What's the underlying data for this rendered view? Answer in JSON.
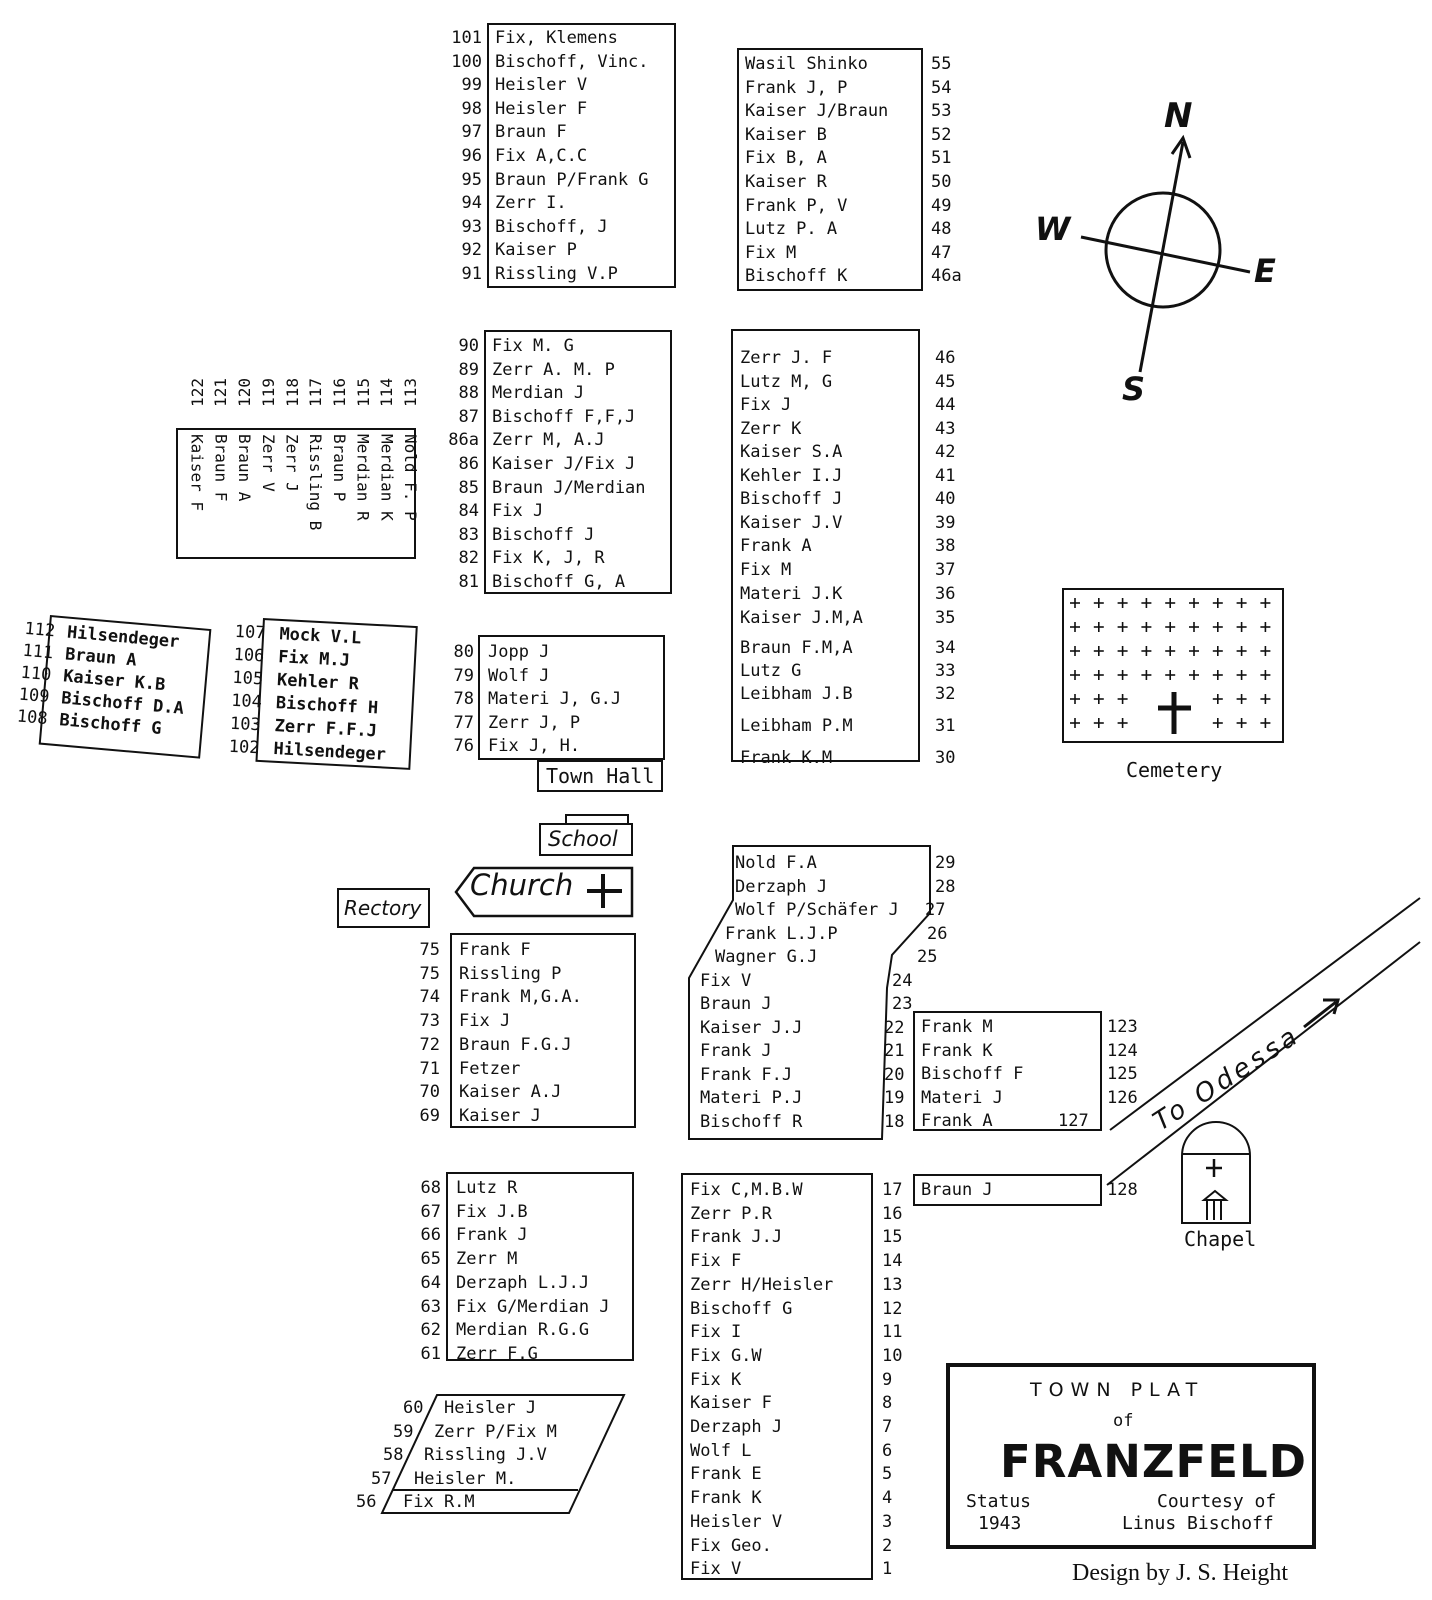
{
  "title": {
    "line1": "TOWN PLAT",
    "line2": "of",
    "name": "FRANZFELD",
    "status_label": "Status",
    "status_year": "1943",
    "courtesy1": "Courtesy of",
    "courtesy2": "Linus Bischoff"
  },
  "design_credit": "Design by J. S. Height",
  "compass": {
    "n": "N",
    "s": "S",
    "e": "E",
    "w": "W"
  },
  "landmarks": {
    "town_hall": "Town Hall",
    "school": "School",
    "church": "Church",
    "rectory": "Rectory",
    "cemetery": "Cemetery",
    "chapel": "Chapel",
    "road": "To Odessa"
  },
  "blocks": {
    "b101": [
      [
        "101",
        "Fix, Klemens"
      ],
      [
        "100",
        "Bischoff, Vinc."
      ],
      [
        "99",
        "Heisler V"
      ],
      [
        "98",
        "Heisler F"
      ],
      [
        "97",
        "Braun F"
      ],
      [
        "96",
        "Fix A,C.C"
      ],
      [
        "95",
        "Braun P/Frank G"
      ],
      [
        "94",
        "Zerr I."
      ],
      [
        "93",
        "Bischoff, J"
      ],
      [
        "92",
        "Kaiser P"
      ],
      [
        "91",
        "Rissling V.P"
      ]
    ],
    "b55": [
      [
        "55",
        "Wasil Shinko"
      ],
      [
        "54",
        "Frank J, P"
      ],
      [
        "53",
        "Kaiser J/Braun"
      ],
      [
        "52",
        "Kaiser B"
      ],
      [
        "51",
        "Fix B, A"
      ],
      [
        "50",
        "Kaiser R"
      ],
      [
        "49",
        "Frank P, V"
      ],
      [
        "48",
        "Lutz P. A"
      ],
      [
        "47",
        "Fix M"
      ],
      [
        "46a",
        "Bischoff K"
      ]
    ],
    "b90": [
      [
        "90",
        "Fix M. G"
      ],
      [
        "89",
        "Zerr A. M. P"
      ],
      [
        "88",
        "Merdian J"
      ],
      [
        "87",
        "Bischoff F,F,J"
      ],
      [
        "86a",
        "Zerr M, A.J"
      ],
      [
        "86",
        "Kaiser J/Fix J"
      ],
      [
        "85",
        "Braun J/Merdian"
      ],
      [
        "84",
        "Fix J"
      ],
      [
        "83",
        "Bischoff J"
      ],
      [
        "82",
        "Fix K, J, R"
      ],
      [
        "81",
        "Bischoff G, A"
      ]
    ],
    "b46": [
      [
        "46",
        "Zerr J. F"
      ],
      [
        "45",
        "Lutz M, G"
      ],
      [
        "44",
        "Fix J"
      ],
      [
        "43",
        "Zerr K"
      ],
      [
        "42",
        "Kaiser S.A"
      ],
      [
        "41",
        "Kehler I.J"
      ],
      [
        "40",
        "Bischoff J"
      ],
      [
        "39",
        "Kaiser J.V"
      ],
      [
        "38",
        "Frank A"
      ],
      [
        "37",
        "Fix M"
      ],
      [
        "36",
        "Materi J.K"
      ],
      [
        "35",
        "Kaiser J.M,A"
      ],
      [
        "34",
        "Braun F.M,A"
      ],
      [
        "33",
        "Lutz G"
      ],
      [
        "32",
        "Leibham J.B"
      ],
      [
        "31",
        "Leibham P.M"
      ],
      [
        "30",
        "Frank K.M"
      ]
    ],
    "b113": [
      [
        "113",
        "Nold F. P"
      ],
      [
        "114",
        "Merdian K"
      ],
      [
        "115",
        "Merdian R"
      ],
      [
        "116",
        "Braun P"
      ],
      [
        "117",
        "Rissling B"
      ],
      [
        "118",
        "Zerr J"
      ],
      [
        "119",
        "Zerr V"
      ],
      [
        "120",
        "Braun A"
      ],
      [
        "121",
        "Braun F"
      ],
      [
        "122",
        "Kaiser F"
      ]
    ],
    "b112": [
      [
        "112",
        "Hilsendeger"
      ],
      [
        "111",
        "Braun A"
      ],
      [
        "110",
        "Kaiser K.B"
      ],
      [
        "109",
        "Bischoff D.A"
      ],
      [
        "108",
        "Bischoff G"
      ]
    ],
    "b107": [
      [
        "107",
        "Mock V.L"
      ],
      [
        "106",
        "Fix M.J"
      ],
      [
        "105",
        "Kehler R"
      ],
      [
        "104",
        "Bischoff H"
      ],
      [
        "103",
        "Zerr F.F.J"
      ],
      [
        "102",
        "Hilsendeger"
      ]
    ],
    "b80": [
      [
        "80",
        "Jopp J"
      ],
      [
        "79",
        "Wolf J"
      ],
      [
        "78",
        "Materi J, G.J"
      ],
      [
        "77",
        "Zerr J, P"
      ],
      [
        "76",
        "Fix J, H."
      ]
    ],
    "b29": [
      [
        "29",
        "Nold F.A"
      ],
      [
        "28",
        "Derzaph J"
      ],
      [
        "27",
        "Wolf P/Schäfer J"
      ],
      [
        "26",
        "Frank L.J.P"
      ],
      [
        "25",
        "Wagner G.J"
      ],
      [
        "24",
        "Fix V"
      ],
      [
        "23",
        "Braun J"
      ],
      [
        "22",
        "Kaiser J.J"
      ],
      [
        "21",
        "Frank J"
      ],
      [
        "20",
        "Frank F.J"
      ],
      [
        "19",
        "Materi P.J"
      ],
      [
        "18",
        "Bischoff R"
      ]
    ],
    "b75": [
      [
        "75",
        "Frank F"
      ],
      [
        "75",
        "Rissling P"
      ],
      [
        "74",
        "Frank M,G.A."
      ],
      [
        "73",
        "Fix J"
      ],
      [
        "72",
        "Braun F.G.J"
      ],
      [
        "71",
        "Fetzer"
      ],
      [
        "70",
        "Kaiser A.J"
      ],
      [
        "69",
        "Kaiser J"
      ]
    ],
    "b123": [
      [
        "123",
        "Frank M"
      ],
      [
        "124",
        "Frank K"
      ],
      [
        "125",
        "Bischoff F"
      ],
      [
        "126",
        "Materi J"
      ],
      [
        "127",
        "Frank A"
      ]
    ],
    "b128": [
      [
        "128",
        "Braun J"
      ]
    ],
    "b68": [
      [
        "68",
        "Lutz R"
      ],
      [
        "67",
        "Fix J.B"
      ],
      [
        "66",
        "Frank J"
      ],
      [
        "65",
        "Zerr M"
      ],
      [
        "64",
        "Derzaph L.J.J"
      ],
      [
        "63",
        "Fix G/Merdian J"
      ],
      [
        "62",
        "Merdian R.G.G"
      ],
      [
        "61",
        "Zerr F.G"
      ]
    ],
    "b17": [
      [
        "17",
        "Fix C,M.B.W"
      ],
      [
        "16",
        "Zerr P.R"
      ],
      [
        "15",
        "Frank J.J"
      ],
      [
        "14",
        "Fix F"
      ],
      [
        "13",
        "Zerr H/Heisler"
      ],
      [
        "12",
        "Bischoff G"
      ],
      [
        "11",
        "Fix I"
      ],
      [
        "10",
        "Fix G.W"
      ],
      [
        "9",
        "Fix K"
      ],
      [
        "8",
        "Kaiser F"
      ],
      [
        "7",
        "Derzaph J"
      ],
      [
        "6",
        "Wolf L"
      ],
      [
        "5",
        "Frank E"
      ],
      [
        "4",
        "Frank K"
      ],
      [
        "3",
        "Heisler V"
      ],
      [
        "2",
        "Fix Geo."
      ],
      [
        "1",
        "Fix V"
      ]
    ],
    "b60": [
      [
        "60",
        "Heisler J"
      ],
      [
        "59",
        "Zerr P/Fix M"
      ],
      [
        "58",
        "Rissling J.V"
      ],
      [
        "57",
        "Heisler M."
      ],
      [
        "56",
        "Fix R.M"
      ]
    ]
  }
}
